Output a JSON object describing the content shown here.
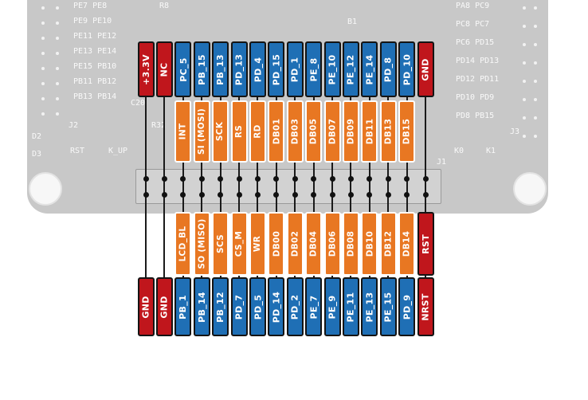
{
  "colors": {
    "gpio": "#1f6fb5",
    "power": "#c0161c",
    "lcd_signal": "#e87722",
    "board": "#c8c8c8",
    "wire": "#1a1a1a"
  },
  "board": {
    "left_header_labels": [
      "PE7 PE8",
      "PE9 PE10",
      "PE11 PE12",
      "PE13 PE14",
      "PE15 PB10",
      "PB11 PB12",
      "PB13 PB14"
    ],
    "right_header_labels": [
      "PA8 PC9",
      "PC8 PC7",
      "PC6 PD15",
      "PD14 PD13",
      "PD12 PD11",
      "PD10 PD9",
      "PD8 PB15"
    ],
    "part_labels": [
      "R8",
      "B1",
      "C20",
      "J2",
      "R32",
      "D2",
      "D3",
      "RST",
      "K_UP",
      "K0",
      "K1",
      "J1",
      "J3"
    ]
  },
  "top_row": {
    "mcu_pins": [
      "+3.3V",
      "NC",
      "PC_5",
      "PB_15",
      "PB_13",
      "PD_13",
      "PD_4",
      "PD_15",
      "PD_1",
      "PE_8",
      "PE_10",
      "PE_12",
      "PE_14",
      "PD_8",
      "PD_10",
      "GND"
    ],
    "lcd_signals": [
      "INT",
      "SI (MOSI)",
      "SCK",
      "RS",
      "RD",
      "DB01",
      "DB03",
      "DB05",
      "DB07",
      "DB09",
      "DB11",
      "DB13",
      "DB15"
    ]
  },
  "bottom_row": {
    "lcd_signals": [
      "LCD_BL",
      "SO (MISO)",
      "SCS",
      "CS_M",
      "WR",
      "DB00",
      "DB02",
      "DB04",
      "DB06",
      "DB08",
      "DB10",
      "DB12",
      "DB14",
      "RST"
    ],
    "mcu_pins": [
      "GND",
      "GND",
      "PB_1",
      "PB_14",
      "PB_12",
      "PD_7",
      "PD_5",
      "PD_14",
      "PD_2",
      "PE_7",
      "PE_9",
      "PE_11",
      "PE_13",
      "PE_15",
      "PD_9",
      "NRST"
    ]
  }
}
